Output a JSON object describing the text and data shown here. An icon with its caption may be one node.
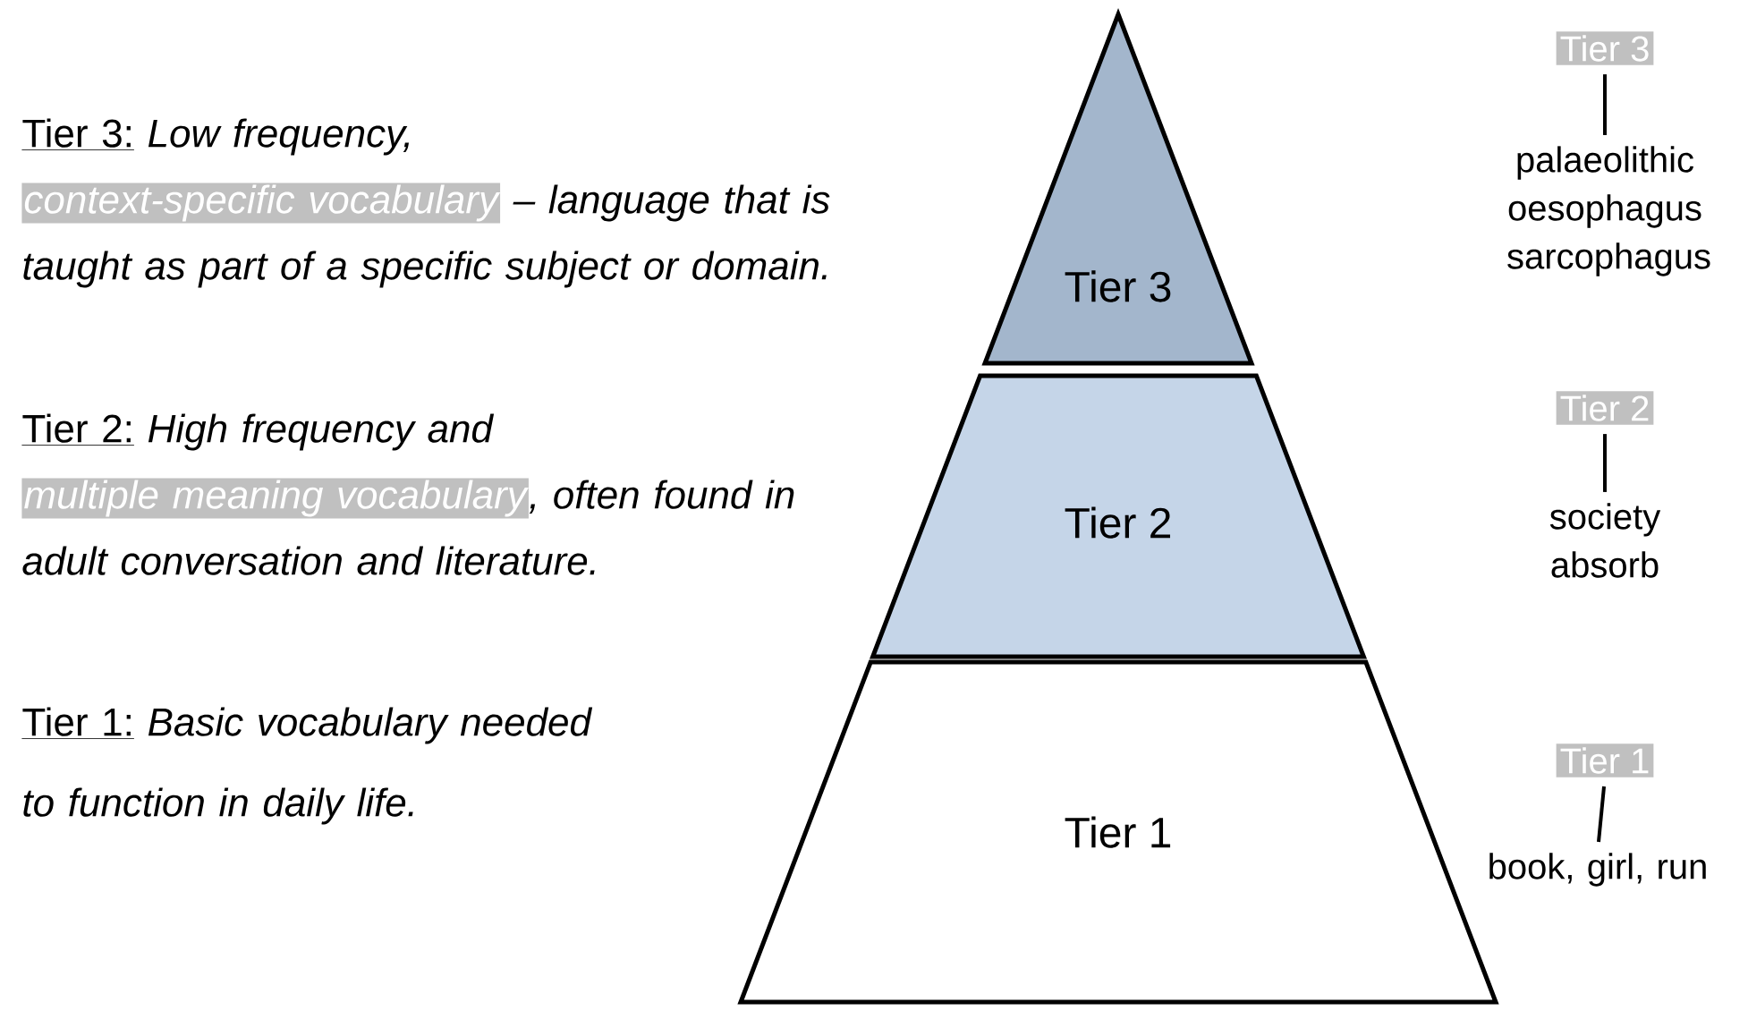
{
  "diagram": {
    "nodes": [
      {
        "text": [
          "Tier 3"
        ]
      },
      {
        "text": [
          "Tier 2"
        ]
      },
      {
        "text": [
          "Tier 1"
        ]
      },
      {
        "text": [
          "Tier 3"
        ]
      },
      {
        "text": [
          "palaeolithic oesophagus sarcophagus"
        ]
      },
      {
        "text": [
          "Tier 2"
        ]
      },
      {
        "text": [
          "society absorb"
        ]
      },
      {
        "text": [
          "Tier 1"
        ]
      },
      {
        "text": [
          "book, girl, run"
        ]
      }
    ],
    "edges": [
      {
        "from": 3,
        "to": 4,
        "arrow": "none"
      },
      {
        "from": 5,
        "to": 6,
        "arrow": "none"
      },
      {
        "from": 7,
        "to": 8,
        "arrow": "none"
      }
    ],
    "labels": [
      "Tier 3:",
      "Low frequency,",
      "context-specific vocabulary",
      "– language that is taught as part of a specific subject or domain.",
      "Tier 2:",
      "High frequency and",
      "multiple meaning vocabulary",
      ", often found in adult conversation and literature.",
      "Tier 1:",
      "Basic vocabulary needed to function in daily life."
    ]
  }
}
